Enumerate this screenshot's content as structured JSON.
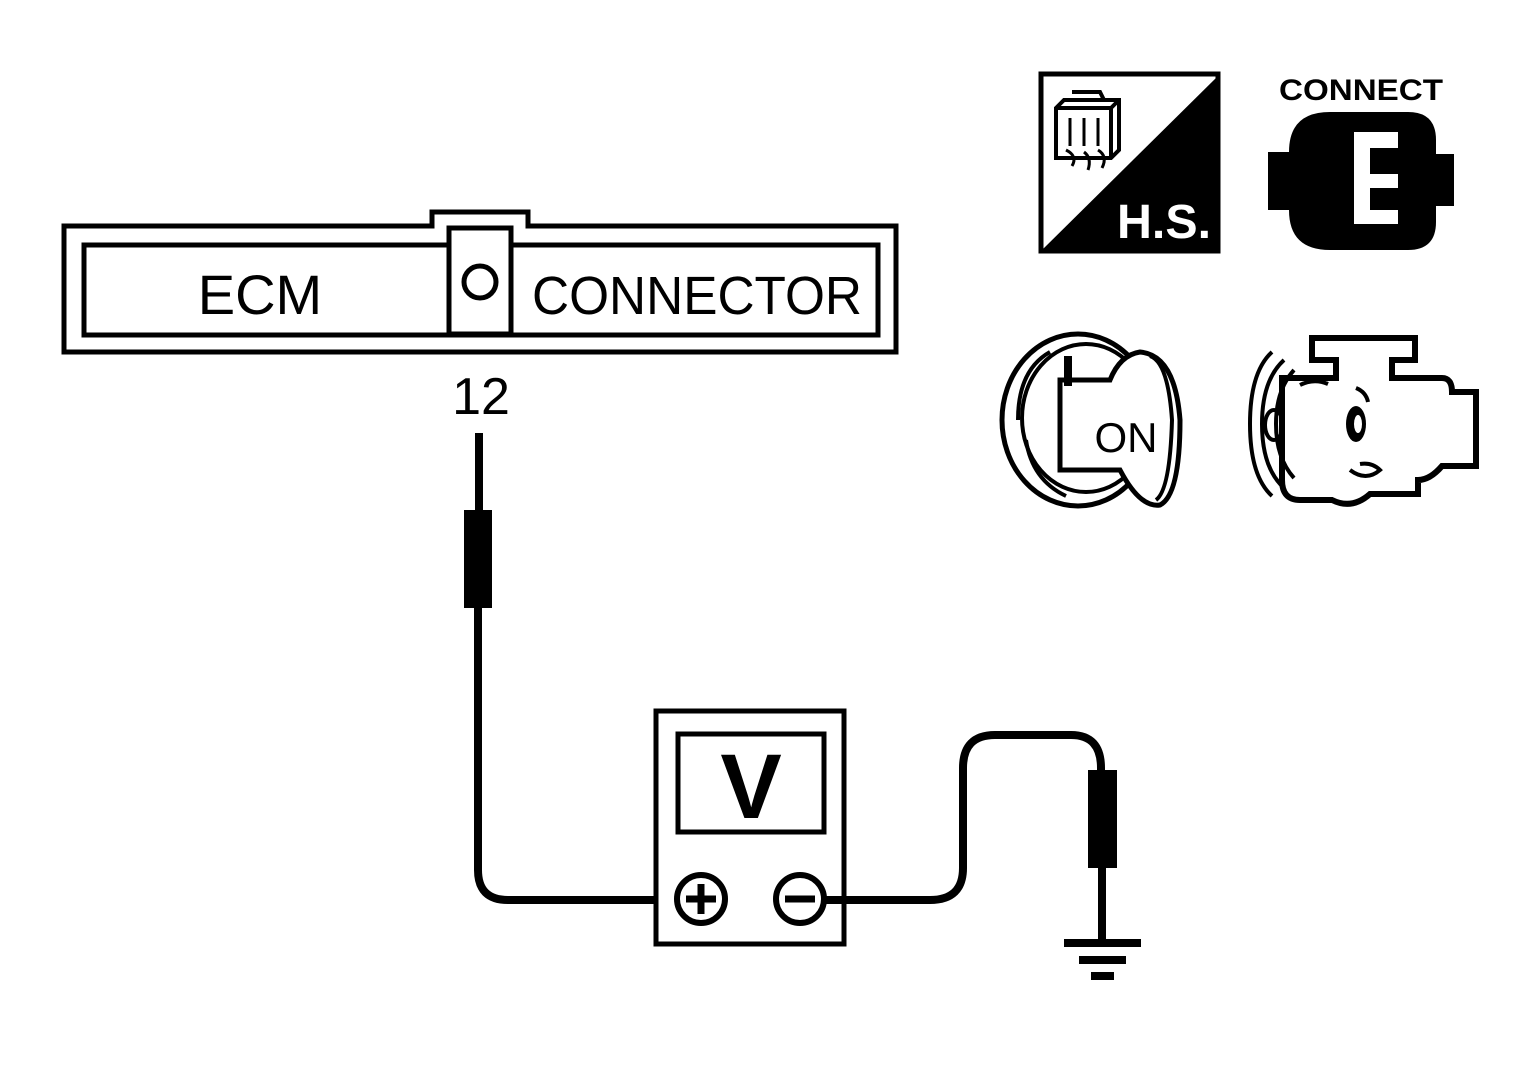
{
  "connector": {
    "left_label": "ECM",
    "right_label": "CONNECTOR",
    "terminal_number": "12"
  },
  "meter": {
    "mode": "V",
    "positive_symbol": "+",
    "negative_symbol": "−"
  },
  "icons": {
    "harness_side": {
      "label": "H.S.",
      "icon": "harness-side-connector-icon"
    },
    "connect": {
      "label": "CONNECT",
      "icon": "connector-plug-icon"
    },
    "ignition": {
      "label": "ON",
      "icon": "ignition-key-icon"
    },
    "engine": {
      "icon": "engine-icon"
    }
  },
  "colors": {
    "ink": "#000000",
    "paper": "#ffffff"
  }
}
